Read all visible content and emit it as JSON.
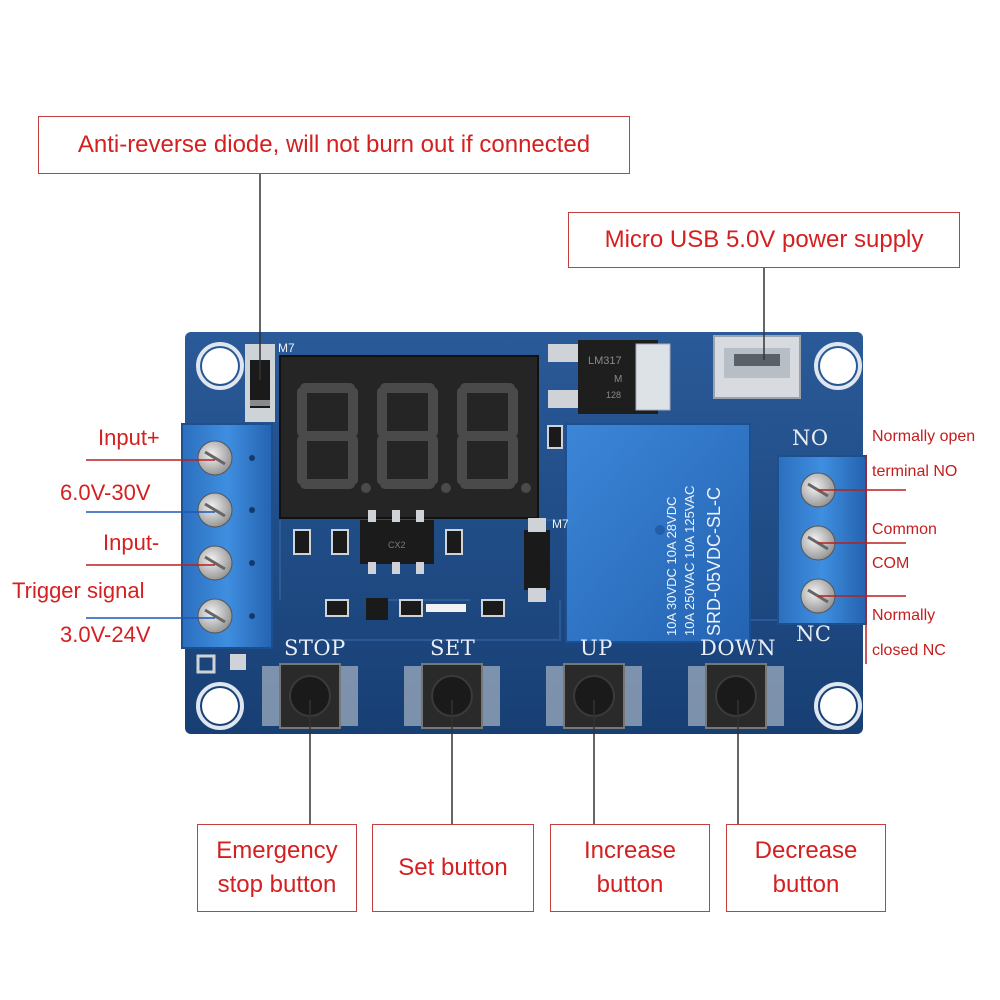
{
  "callouts": {
    "diode": "Anti-reverse diode, will not burn out if connected",
    "usb": "Micro USB 5.0V power supply",
    "emergency_l1": "Emergency",
    "emergency_l2": "stop button",
    "set": "Set button",
    "increase_l1": "Increase",
    "increase_l2": "button",
    "decrease_l1": "Decrease",
    "decrease_l2": "button"
  },
  "left_labels": {
    "input_plus": "Input+",
    "voltage_in": "6.0V-30V",
    "input_minus": "Input-",
    "trigger": "Trigger signal",
    "trigger_voltage": "3.0V-24V"
  },
  "right_labels": {
    "no_l1": "Normally open",
    "no_l2": "terminal NO",
    "com_l1": "Common",
    "com_l2": "COM",
    "nc_l1": "Normally",
    "nc_l2": "closed NC"
  },
  "board": {
    "silk_stop": "STOP",
    "silk_set": "SET",
    "silk_up": "UP",
    "silk_down": "DOWN",
    "silk_no": "NO",
    "silk_nc": "NC",
    "diode_mark_top": "M7",
    "diode_mark_mid": "M7",
    "regulator_text": "LM317",
    "regulator_sub": "M",
    "regulator_code": "128",
    "relay_line1": "SRD-05VDC-SL-C",
    "relay_line2": "10A 250VAC 10A 125VAC",
    "relay_line3": "10A 30VDC 10A 28VDC",
    "display_digits": "8.8.8.",
    "chip_text": "CX2"
  },
  "colors": {
    "pcb": "#1c4b86",
    "callout_text": "#d42020",
    "terminal_block": "#2f7fd0",
    "relay": "#2c72c8",
    "display": "#222222"
  }
}
